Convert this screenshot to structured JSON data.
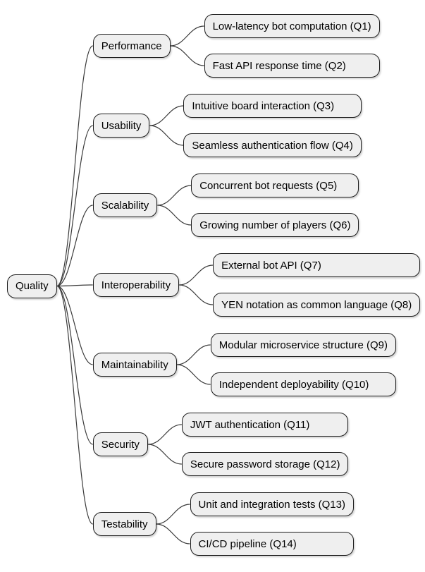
{
  "diagram": {
    "type": "mindmap",
    "root": {
      "label": "Quality"
    },
    "branches": [
      {
        "label": "Performance",
        "children": [
          "Low-latency bot computation (Q1)",
          "Fast API response time (Q2)"
        ]
      },
      {
        "label": "Usability",
        "children": [
          "Intuitive board interaction (Q3)",
          "Seamless authentication flow (Q4)"
        ]
      },
      {
        "label": "Scalability",
        "children": [
          "Concurrent bot requests (Q5)",
          "Growing number of players (Q6)"
        ]
      },
      {
        "label": "Interoperability",
        "children": [
          "External bot API (Q7)",
          "YEN notation as common language (Q8)"
        ]
      },
      {
        "label": "Maintainability",
        "children": [
          "Modular microservice structure (Q9)",
          "Independent deployability (Q10)"
        ]
      },
      {
        "label": "Security",
        "children": [
          "JWT authentication (Q11)",
          "Secure password storage (Q12)"
        ]
      },
      {
        "label": "Testability",
        "children": [
          "Unit and integration tests (Q13)",
          "CI/CD pipeline (Q14)"
        ]
      }
    ],
    "colors": {
      "background": "#ffffff",
      "node_fill": "#efefef",
      "node_border": "#1d1d1d",
      "edge": "#3a3a3a",
      "text": "#000000"
    }
  }
}
